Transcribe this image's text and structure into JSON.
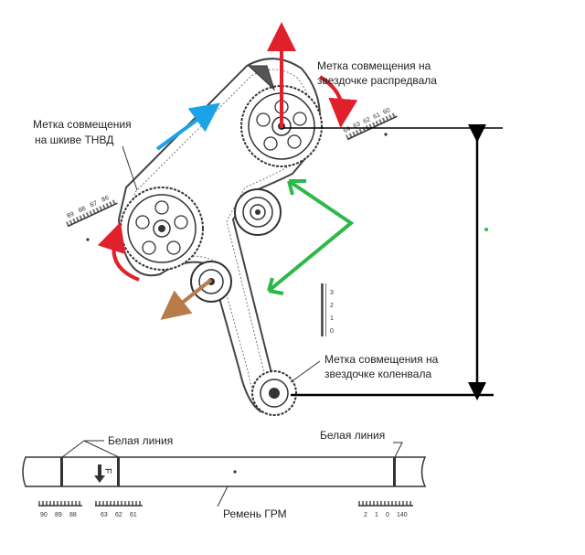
{
  "labels": {
    "camshaft_mark_line1": "Метка совмещения на",
    "camshaft_mark_line2": "звездочке распредвала",
    "pump_mark_line1": "Метка совмещения",
    "pump_mark_line2": "на шкиве ТНВД",
    "crank_mark_line1": "Метка совмещения на",
    "crank_mark_line2": "звездочке коленвала",
    "white_line_left": "Белая линия",
    "white_line_right": "Белая линия",
    "belt": "Ремень ГРМ",
    "belt_direction": "F"
  },
  "scales": {
    "camshaft": [
      "64",
      "63",
      "62",
      "61",
      "60"
    ],
    "pump": [
      "89",
      "88",
      "87",
      "86"
    ],
    "crank": [
      "3",
      "2",
      "1",
      "0"
    ],
    "belt_left": [
      "90",
      "89",
      "88"
    ],
    "belt_mid": [
      "63",
      "62",
      "61"
    ],
    "belt_right": [
      "2",
      "1",
      "0",
      "140"
    ]
  },
  "colors": {
    "belt": "#444444",
    "arrow_red": "#e0202a",
    "arrow_blue": "#1aa3e8",
    "arrow_green": "#2db84a",
    "arrow_brown": "#b87c4a",
    "guide_line": "#000000"
  }
}
